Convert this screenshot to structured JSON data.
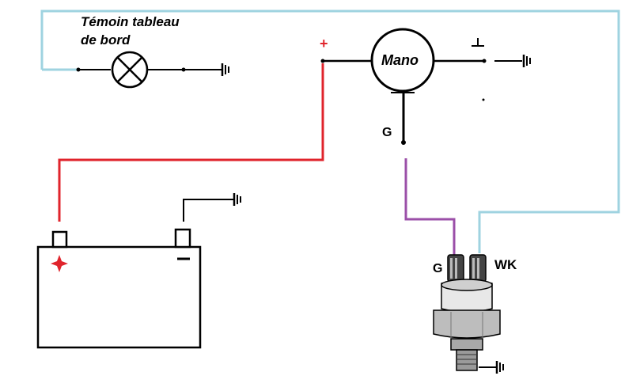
{
  "labels": {
    "lamp_line1": "Témoin tableau",
    "lamp_line2": "de bord",
    "plus": "+",
    "gauge": "Mano",
    "gauge_g": "G",
    "sender_g": "G",
    "sender_wk": "WK"
  },
  "colors": {
    "wire_blue": "#9fd3e0",
    "wire_red": "#e0242c",
    "wire_purple": "#9b4fa8",
    "wire_black": "#000000",
    "battery_plus": "#e0242c"
  },
  "icons": {
    "lamp": "indicator-lamp-icon",
    "ground": "ground-symbol-icon",
    "battery": "battery-icon",
    "gauge": "pressure-gauge-icon",
    "sender": "oil-pressure-sender-icon"
  }
}
